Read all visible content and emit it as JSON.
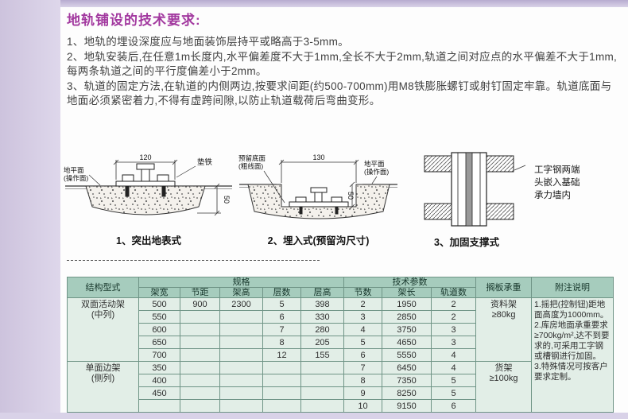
{
  "page": {
    "title": "地轨铺设的技术要求:",
    "paragraphs": [
      "1、地轨的埋设深度应与地面装饰层持平或略高于3-5mm。",
      "2、地轨安装后,在任意1m长度内,水平偏差度不大于1mm,全长不大于2mm,轨道之间对应点的水平偏差不大于1mm,每两条轨道之间的平行度偏差小于2mm。",
      "3、轨道的固定方法,在轨道的内侧两边,按要求间距(约500-700mm)用M8铁膨胀螺钉或射钉固定牢靠。轨道底面与地面必须紧密着力,不得有虚跨间隙,以防止轨道载荷后弯曲变形。"
    ]
  },
  "diagrams": {
    "d1": {
      "dim": "120",
      "shim": "垫铁",
      "ground1": "地平面",
      "ground2": "(操作面)",
      "depth": "50",
      "caption": "1、突出地表式"
    },
    "d2": {
      "reserved1": "预留底面",
      "reserved2": "(粗线面)",
      "dim": "130",
      "ground1": "地平面",
      "ground2": "(操作面)",
      "depth": "50",
      "caption": "2、埋入式(预留沟尺寸)"
    },
    "d3": {
      "note1": "工字钢两端",
      "note2": "头嵌入基础",
      "note3": "承力墙内",
      "caption": "3、加固支撑式"
    }
  },
  "table": {
    "header": {
      "structure": "结构型式",
      "spec_group": "规格",
      "tech_group": "技术参数",
      "width": "架宽",
      "pitch": "节距",
      "height": "架高",
      "layers": "层数",
      "layer_height": "层高",
      "sections": "节数",
      "length": "架长",
      "rails": "轨道数",
      "shelf_load": "搁板承重",
      "notes": "附注说明"
    },
    "groups": [
      {
        "name1": "双面活动架",
        "name2": "(中列)",
        "load1": "资料架",
        "load2": "≥80kg"
      },
      {
        "name1": "单面边架",
        "name2": "(侧列)",
        "load1": "货架",
        "load2": "≥100kg"
      }
    ],
    "rows": [
      {
        "width": "500",
        "pitch": "900",
        "height": "2300",
        "layers": "5",
        "layer_height": "398",
        "sections": "2",
        "length": "1950",
        "rails": "2"
      },
      {
        "width": "550",
        "pitch": "",
        "height": "",
        "layers": "6",
        "layer_height": "330",
        "sections": "3",
        "length": "2850",
        "rails": "2"
      },
      {
        "width": "600",
        "pitch": "",
        "height": "",
        "layers": "7",
        "layer_height": "280",
        "sections": "4",
        "length": "3750",
        "rails": "3"
      },
      {
        "width": "650",
        "pitch": "",
        "height": "",
        "layers": "8",
        "layer_height": "205",
        "sections": "5",
        "length": "4650",
        "rails": "3"
      },
      {
        "width": "700",
        "pitch": "",
        "height": "",
        "layers": "12",
        "layer_height": "155",
        "sections": "6",
        "length": "5550",
        "rails": "4"
      },
      {
        "width": "350",
        "pitch": "",
        "height": "",
        "layers": "",
        "layer_height": "",
        "sections": "7",
        "length": "6450",
        "rails": "4"
      },
      {
        "width": "400",
        "pitch": "",
        "height": "",
        "layers": "",
        "layer_height": "",
        "sections": "8",
        "length": "7350",
        "rails": "5"
      },
      {
        "width": "450",
        "pitch": "",
        "height": "",
        "layers": "",
        "layer_height": "",
        "sections": "9",
        "length": "8250",
        "rails": "5"
      },
      {
        "width": "",
        "pitch": "",
        "height": "",
        "layers": "",
        "layer_height": "",
        "sections": "10",
        "length": "9150",
        "rails": "6"
      }
    ],
    "notes": [
      "1.摇把(控制钮)距地面高度为1000mm。",
      "2.库房地面承重要求≥700kg/m²,达不到要求的,可采用工字钢或槽钢进行加固。",
      "3.特殊情况可按客户要求定制。"
    ],
    "colors": {
      "header_bg": "#a6ccbd",
      "body_bg": "#e2eee7",
      "border": "#6f9486"
    }
  },
  "theme": {
    "accent_purple": "#a2399f",
    "frame_lavender": "#d5cde3"
  }
}
